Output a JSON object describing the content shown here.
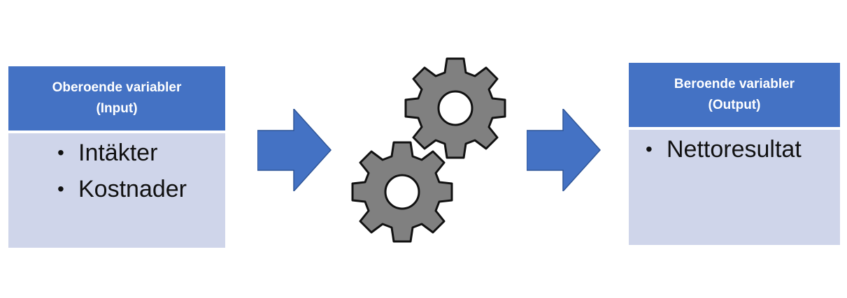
{
  "input_panel": {
    "title_line1": "Oberoende variabler",
    "title_line2": "(Input)",
    "items": [
      "Intäkter",
      "Kostnader"
    ]
  },
  "output_panel": {
    "title_line1": "Beroende variabler",
    "title_line2": "(Output)",
    "items": [
      "Nettoresultat"
    ]
  },
  "bullet_symbol": "•",
  "colors": {
    "header_blue": "#4472c4",
    "body_lavender": "#cfd5ea",
    "arrow_blue": "#4472c4",
    "gear_gray": "#808080",
    "gear_outline": "#111111"
  },
  "icons": [
    "arrow-right-icon",
    "gear-icon",
    "gear-icon",
    "arrow-right-icon"
  ]
}
